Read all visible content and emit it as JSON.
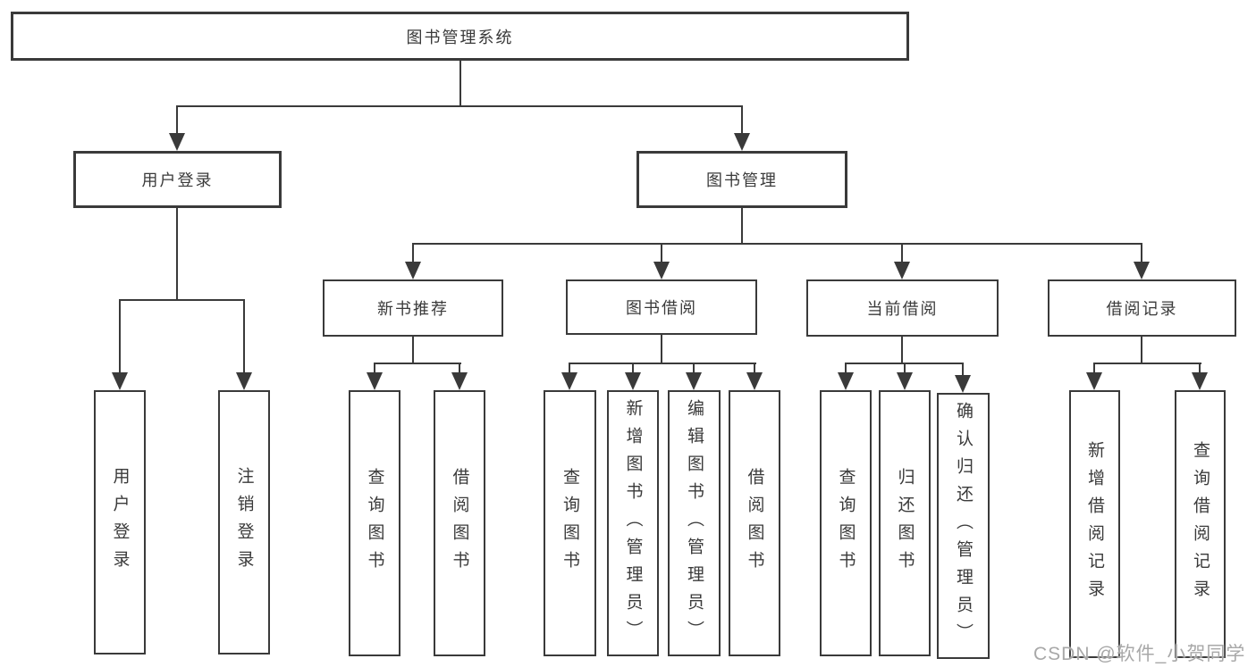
{
  "diagram": {
    "type": "hierarchy-tree",
    "root": {
      "label": "图书管理系统"
    },
    "branches": [
      {
        "label": "用户登录",
        "children": [
          {
            "label": "用户登录"
          },
          {
            "label": "注销登录"
          }
        ]
      },
      {
        "label": "图书管理",
        "children": [
          {
            "label": "新书推荐",
            "children": [
              {
                "label": "查询图书"
              },
              {
                "label": "借阅图书"
              }
            ]
          },
          {
            "label": "图书借阅",
            "children": [
              {
                "label": "查询图书"
              },
              {
                "label": "新增图书（管理员）"
              },
              {
                "label": "编辑图书（管理员）"
              },
              {
                "label": "借阅图书"
              }
            ]
          },
          {
            "label": "当前借阅",
            "children": [
              {
                "label": "查询图书"
              },
              {
                "label": "归还图书"
              },
              {
                "label": "确认归还（管理员）"
              }
            ]
          },
          {
            "label": "借阅记录",
            "children": [
              {
                "label": "新增借阅记录"
              },
              {
                "label": "查询借阅记录"
              }
            ]
          }
        ]
      }
    ],
    "watermark": "CSDN @软件_小贺同学",
    "colors": {
      "line": "#3a3a3a",
      "box_border": "#3a3a3a",
      "background": "#ffffff",
      "watermark": "#a8a8a8"
    }
  }
}
